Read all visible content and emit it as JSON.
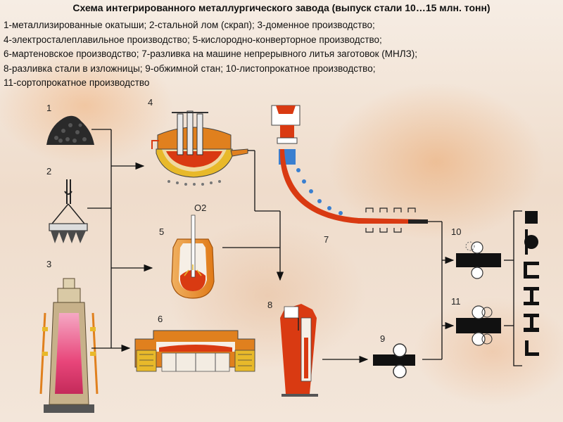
{
  "title": "Схема интегрированного металлургического завода (выпуск стали 10…15 млн. тонн)",
  "legend": [
    "1-металлизированные окатыши; 2-стальной лом (скрап); 3-доменное производство;",
    "4-электросталеплавильное производство; 5-кислородно-конверторное производство;",
    "6-мартеновское производство; 7-разливка на машине непрерывного литья заготовок (МНЛЗ);",
    "8-разливка стали в  изложницы; 9-обжимной стан; 10-листопрокатное производство;",
    "11-сортопрокатное производство"
  ],
  "labels": {
    "n1": "1",
    "n2": "2",
    "n3": "3",
    "n4": "4",
    "n5": "5",
    "n6": "6",
    "n7": "7",
    "n8": "8",
    "n9": "9",
    "n10": "10",
    "n11": "11",
    "o2": "O2"
  },
  "colors": {
    "steel_red": "#d93a12",
    "furnace_orange": "#e0801e",
    "furnace_yellow": "#e8b92a",
    "blast_pink": "#e8467a",
    "mold_blue": "#3a7fd0",
    "product_black": "#111111"
  }
}
